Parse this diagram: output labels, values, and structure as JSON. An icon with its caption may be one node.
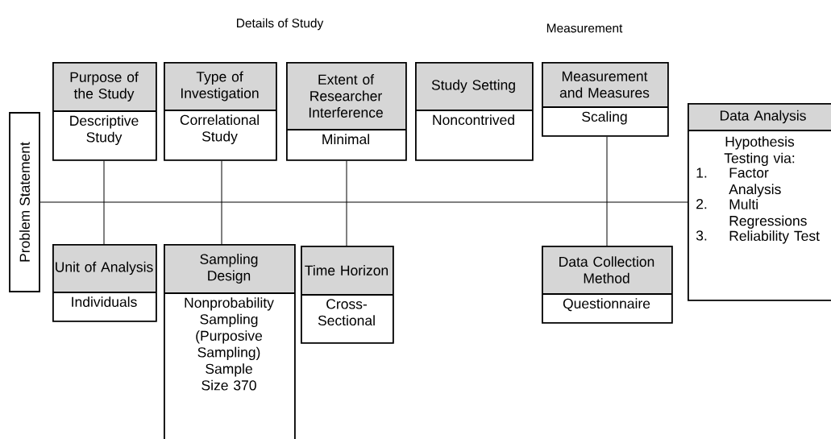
{
  "diagram": {
    "nodes": [
      {
        "text": [
          "Problem Statement"
        ]
      },
      {
        "text": [
          "Purpose of the Study",
          "Descriptive Study"
        ]
      },
      {
        "text": [
          "Type of Investigation",
          "Correlational Study"
        ]
      },
      {
        "text": [
          "Extent of Researcher Interference",
          "Minimal"
        ]
      },
      {
        "text": [
          "Study Setting",
          "Noncontrived"
        ]
      },
      {
        "text": [
          "Measurement and Measures",
          "Scaling"
        ]
      },
      {
        "text": [
          "Data Analysis",
          "Hypothesis Testing via:",
          "1.",
          "Factor Analysis",
          "2.",
          "Multi Regressions",
          "3.",
          "Reliability Test"
        ]
      },
      {
        "text": [
          "Unit of Analysis",
          "Individuals"
        ]
      },
      {
        "text": [
          "Sampling Design",
          "Nonprobability Sampling (Purposive Sampling) Sample Size 370"
        ]
      },
      {
        "text": [
          "Time Horizon",
          "Cross-Sectional"
        ]
      },
      {
        "text": [
          "Data Collection Method",
          "Questionnaire"
        ]
      }
    ],
    "edges": [
      {
        "from": 0,
        "to": 6,
        "arrow": "none"
      },
      {
        "from": 1,
        "to": 7,
        "arrow": "none"
      },
      {
        "from": 2,
        "to": 8,
        "arrow": "none"
      },
      {
        "from": 3,
        "to": 9,
        "arrow": "none"
      },
      {
        "from": 5,
        "to": 10,
        "arrow": "none"
      }
    ],
    "labels": [
      "Details of Study",
      "Measurement"
    ]
  }
}
